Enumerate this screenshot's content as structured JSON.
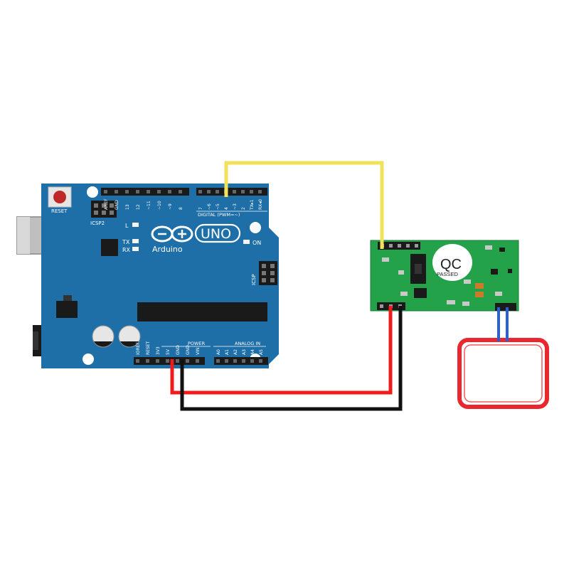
{
  "arduino": {
    "reset_label": "RESET",
    "icsp2_label": "ICSP2",
    "icsp_label": "ICSP",
    "led_l": "L",
    "led_tx": "TX",
    "led_rx": "RX",
    "led_on": "ON",
    "brand_name": "Arduino",
    "model_name": "UNO",
    "digital_label": "DIGITAL (PWM=~)",
    "power_label": "POWER",
    "analog_label": "ANALOG IN",
    "digital_pins_left": [
      "AREF",
      "GND",
      "13",
      "12",
      "~11",
      "~10",
      "~9",
      "8"
    ],
    "digital_pins_right": [
      "7",
      "~6",
      "~5",
      "4",
      "~3",
      "2",
      "TX▸1",
      "RX◂0"
    ],
    "power_pins": [
      "IOREF",
      "RESET",
      "3V3",
      "5V",
      "GND",
      "GND",
      "VIN"
    ],
    "analog_pins": [
      "A0",
      "A1",
      "A2",
      "A3",
      "A4",
      "A5"
    ]
  },
  "module": {
    "qc_label": "QC",
    "passed_label": "PASSED"
  },
  "colors": {
    "board_blue": "#1e6ea7",
    "module_green": "#23a24a",
    "wire_yellow": "#f2e25a",
    "wire_red": "#ee1c1c",
    "wire_black": "#111111",
    "wire_blue": "#2a5fd6",
    "coil_red": "#e8282e"
  }
}
